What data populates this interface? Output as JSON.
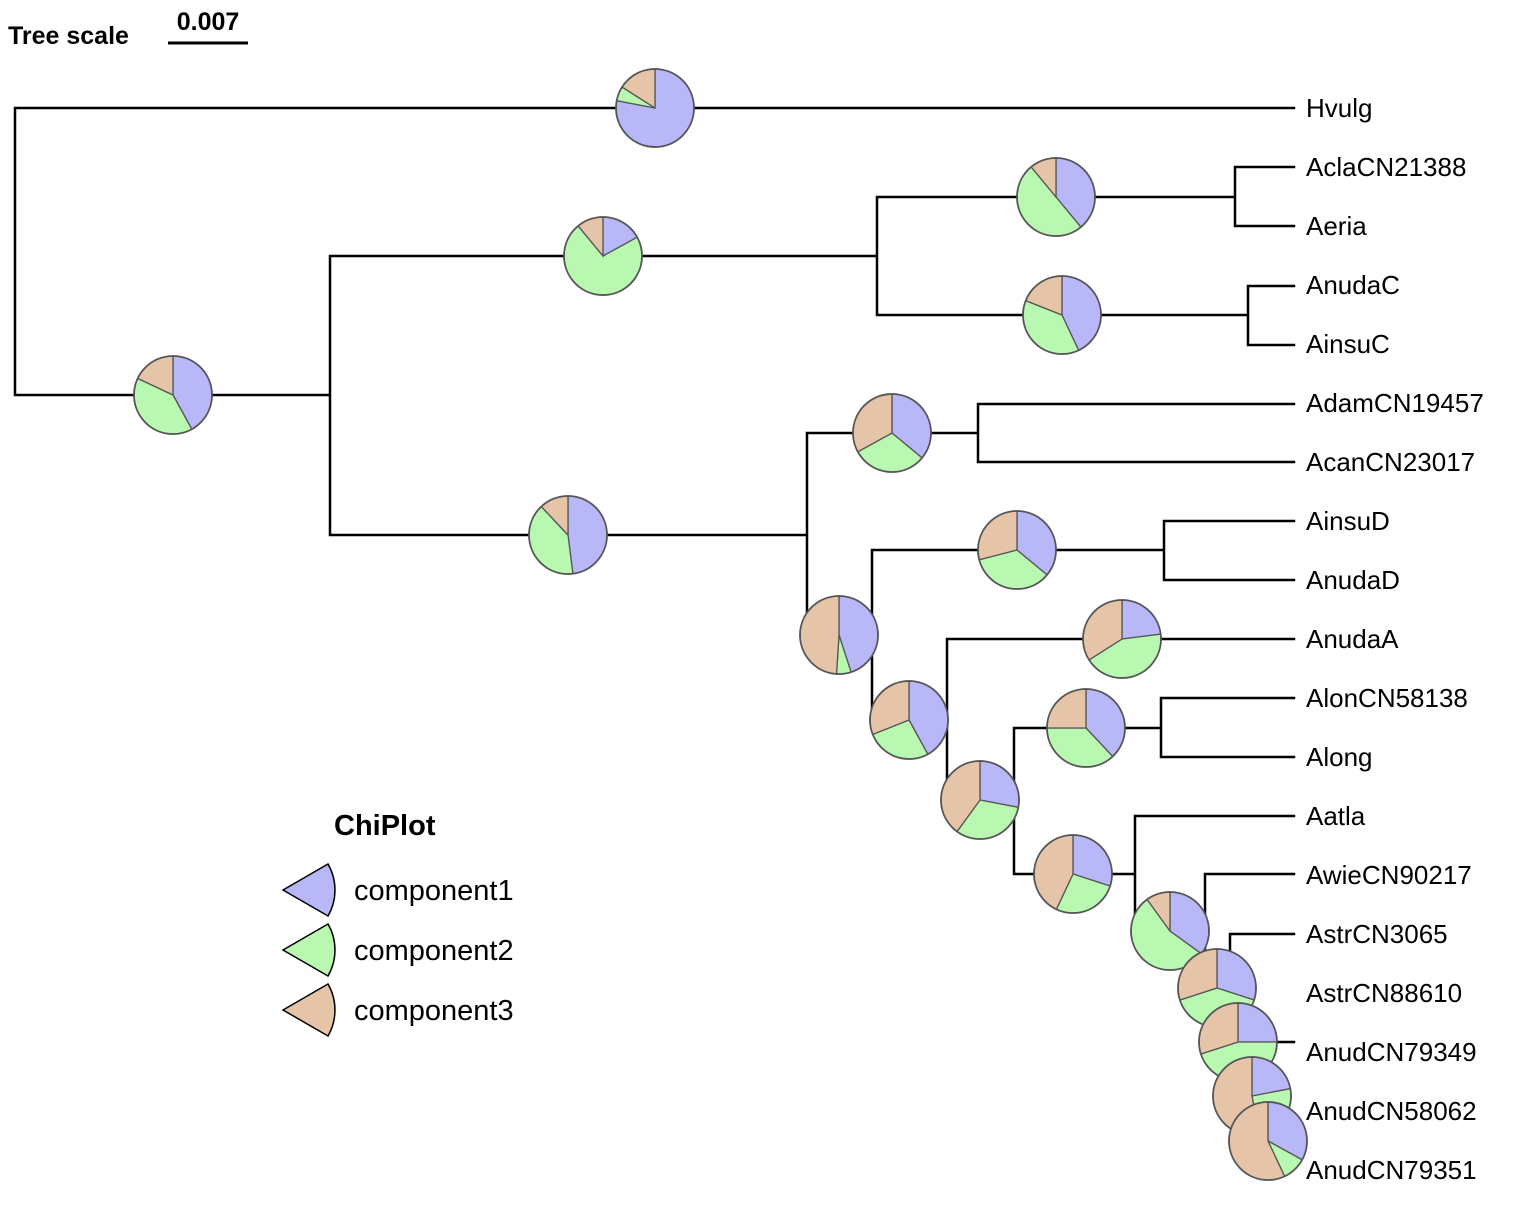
{
  "scale": {
    "label": "Tree scale",
    "value": "0.007"
  },
  "legend": {
    "title": "ChiPlot",
    "items": [
      {
        "label": "component1",
        "color": "#b8b8f8"
      },
      {
        "label": "component2",
        "color": "#b8f8b0"
      },
      {
        "label": "component3",
        "color": "#e6c4a8"
      }
    ]
  },
  "taxa": [
    "Hvulg",
    "AclaCN21388",
    "Aeria",
    "AnudaC",
    "AinsuC",
    "AdamCN19457",
    "AcanCN23017",
    "AinsuD",
    "AnudaD",
    "AnudaA",
    "AlonCN58138",
    "Along",
    "Aatla",
    "AwieCN90217",
    "AstrCN3065",
    "AstrCN88610",
    "AnudCN79349",
    "AnudCN58062",
    "AnudCN79351"
  ],
  "pies": [
    {
      "node": "hvulg-parent",
      "values": [
        0.78,
        0.06,
        0.16
      ]
    },
    {
      "node": "ingroup-root",
      "values": [
        0.42,
        0.4,
        0.18
      ]
    },
    {
      "node": "clade-a",
      "values": [
        0.17,
        0.72,
        0.11
      ]
    },
    {
      "node": "acla-aeria",
      "values": [
        0.39,
        0.5,
        0.11
      ]
    },
    {
      "node": "anudac-ainsuc",
      "values": [
        0.43,
        0.38,
        0.19
      ]
    },
    {
      "node": "clade-b",
      "values": [
        0.48,
        0.4,
        0.12
      ]
    },
    {
      "node": "adam-acan",
      "values": [
        0.36,
        0.31,
        0.33
      ]
    },
    {
      "node": "ainsud-anudad",
      "values": [
        0.36,
        0.35,
        0.29
      ]
    },
    {
      "node": "anudaa",
      "values": [
        0.23,
        0.43,
        0.34
      ]
    },
    {
      "node": "clade-c",
      "values": [
        0.45,
        0.06,
        0.49
      ]
    },
    {
      "node": "clade-d",
      "values": [
        0.42,
        0.27,
        0.31
      ]
    },
    {
      "node": "alon-along",
      "values": [
        0.38,
        0.37,
        0.25
      ]
    },
    {
      "node": "clade-e",
      "values": [
        0.28,
        0.32,
        0.4
      ]
    },
    {
      "node": "clade-f",
      "values": [
        0.3,
        0.27,
        0.43
      ]
    },
    {
      "node": "clade-g",
      "values": [
        0.35,
        0.55,
        0.1
      ]
    },
    {
      "node": "clade-h",
      "values": [
        0.3,
        0.4,
        0.3
      ]
    },
    {
      "node": "clade-i",
      "values": [
        0.25,
        0.45,
        0.3
      ]
    },
    {
      "node": "clade-j",
      "values": [
        0.22,
        0.25,
        0.53
      ]
    },
    {
      "node": "clade-k",
      "values": [
        0.33,
        0.1,
        0.57
      ]
    }
  ]
}
